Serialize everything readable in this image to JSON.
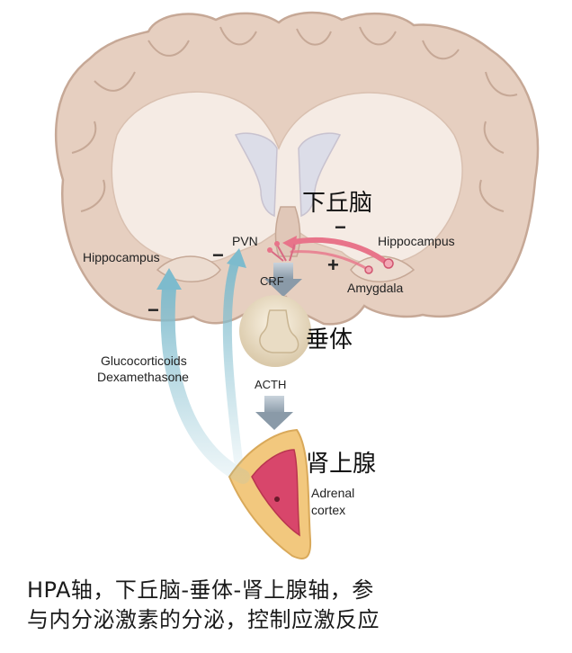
{
  "labels": {
    "hypothalamus_cn": "下丘脑",
    "pvn": "PVN",
    "hippocampus_left": "Hippocampus",
    "hippocampus_right": "Hippocampus",
    "amygdala": "Amygdala",
    "crf": "CRF",
    "pituitary_cn": "垂体",
    "acth": "ACTH",
    "adrenal_cn": "肾上腺",
    "adrenal_line1": "Adrenal",
    "adrenal_line2": "cortex",
    "gluco_line1": "Glucocorticoids",
    "gluco_line2": "Dexamethasone"
  },
  "signs": {
    "minus_pvn_left": "−",
    "minus_top_right": "−",
    "plus_right": "+",
    "minus_feedback": "−"
  },
  "caption": {
    "line1": "HPA轴，下丘脑-垂体-肾上腺轴，参",
    "line2": "与内分泌激素的分泌，控制应激反应"
  },
  "colors": {
    "brain_fill": "#e6cfc0",
    "brain_outline": "#c6a896",
    "white_matter": "#f5ebe4",
    "feedback_arrow": "#8ec4d3",
    "pink_arrow": "#e8748a",
    "hormone_arrow": "#9aa9b6",
    "pituitary": "#e9dcc4",
    "adrenal_outer": "#f2c87e",
    "adrenal_inner": "#d8466b"
  }
}
